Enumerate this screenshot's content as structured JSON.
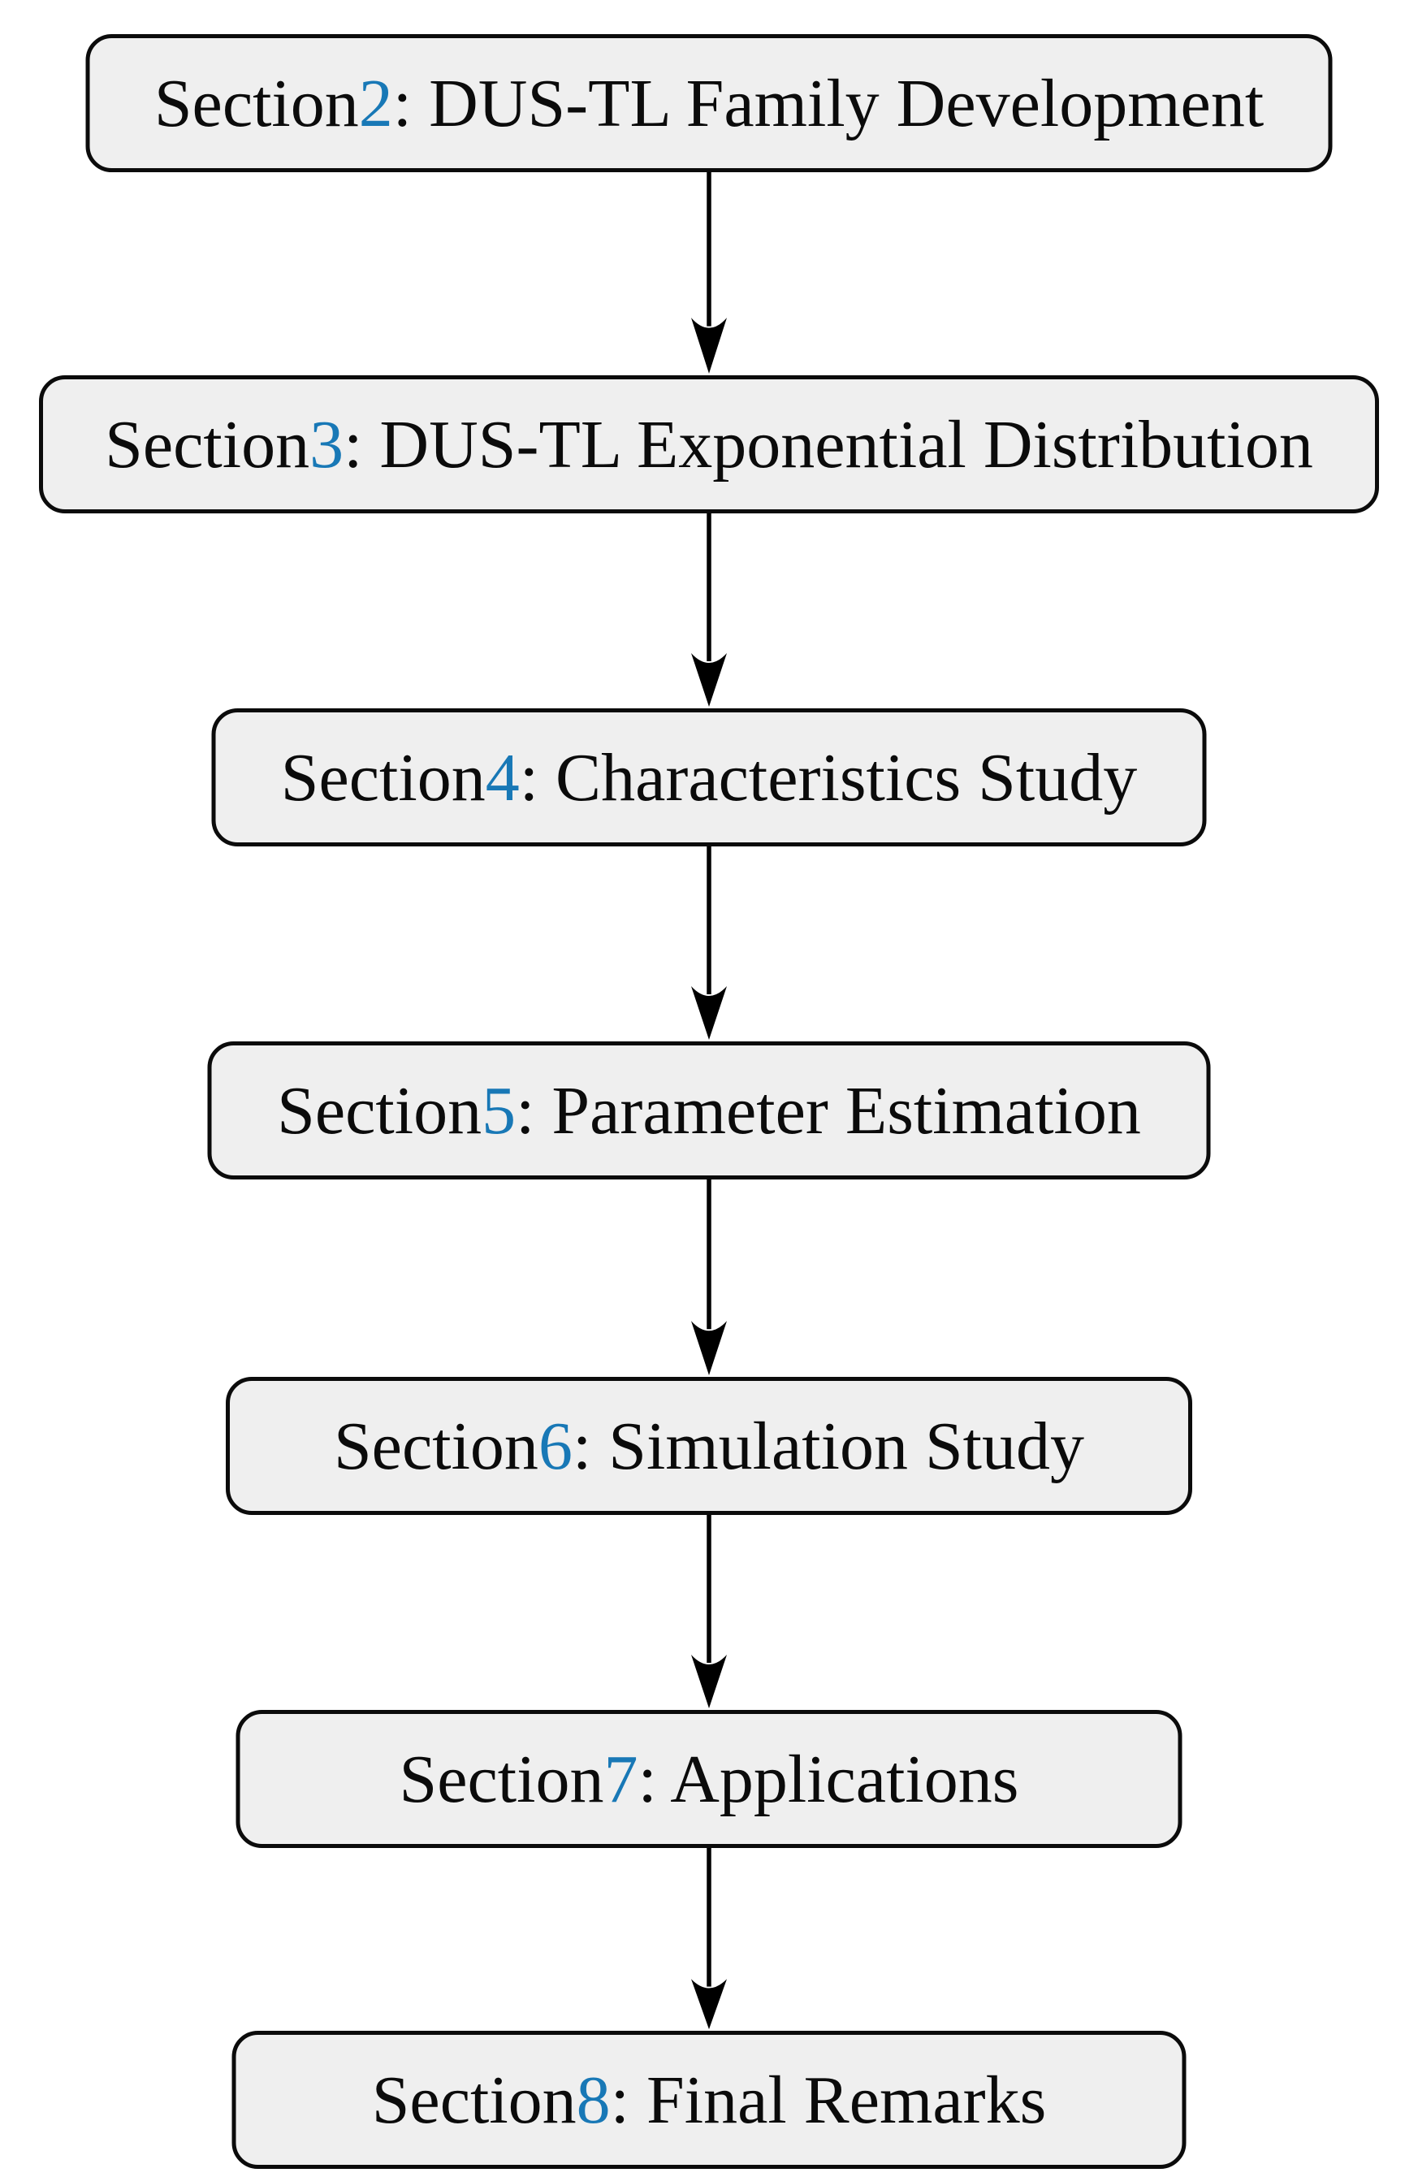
{
  "diagram": {
    "type": "flowchart",
    "direction": "top-to-bottom",
    "accent_color": "#1878b6",
    "box_fill_color": "#efefef",
    "box_border_color": "#0b0b0b",
    "arrow_color": "#000000",
    "sections": [
      {
        "prefix": "Section ",
        "number": "2",
        "suffix": ": DUS-TL Family Development"
      },
      {
        "prefix": "Section ",
        "number": "3",
        "suffix": ": DUS-TL Exponential Distribution"
      },
      {
        "prefix": "Section ",
        "number": "4",
        "suffix": ": Characteristics Study"
      },
      {
        "prefix": "Section ",
        "number": "5",
        "suffix": ": Parameter Estimation"
      },
      {
        "prefix": "Section ",
        "number": "6",
        "suffix": ": Simulation Study"
      },
      {
        "prefix": "Section ",
        "number": "7",
        "suffix": ": Applications"
      },
      {
        "prefix": "Section ",
        "number": "8",
        "suffix": ": Final Remarks"
      }
    ]
  }
}
